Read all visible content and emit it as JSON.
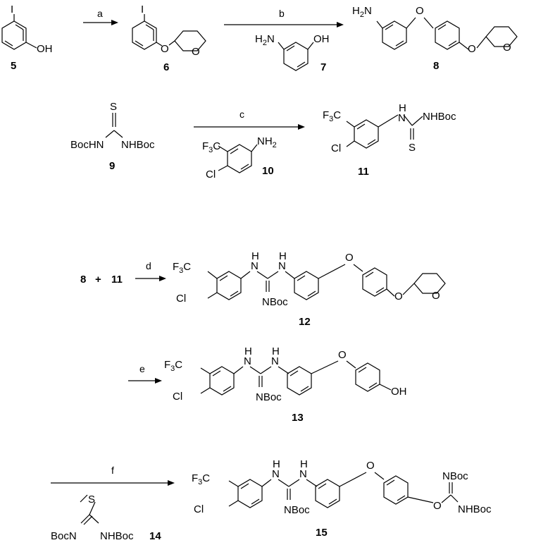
{
  "compounds": {
    "c5": "5",
    "c6": "6",
    "c7": "7",
    "c8": "8",
    "c9": "9",
    "c10": "10",
    "c11": "11",
    "c12": "12",
    "c13": "13",
    "c14": "14",
    "c15": "15"
  },
  "conditions": {
    "a": "a",
    "b": "b",
    "c": "c",
    "d": "d",
    "e": "e",
    "f": "f"
  },
  "plus": "+",
  "atoms": {
    "I": "I",
    "OH": "OH",
    "O": "O",
    "H2N": "H",
    "H2N_sub": "2",
    "H2N_N": "N",
    "S": "S",
    "BocHN": "BocHN",
    "NHBoc": "NHBoc",
    "F3C": "F",
    "F3C_sub": "3",
    "F3C_C": "C",
    "NH2": "NH",
    "NH2_sub": "2",
    "Cl": "Cl",
    "H": "H",
    "N": "N",
    "NBoc": "NBoc",
    "BocN": "BocN"
  }
}
